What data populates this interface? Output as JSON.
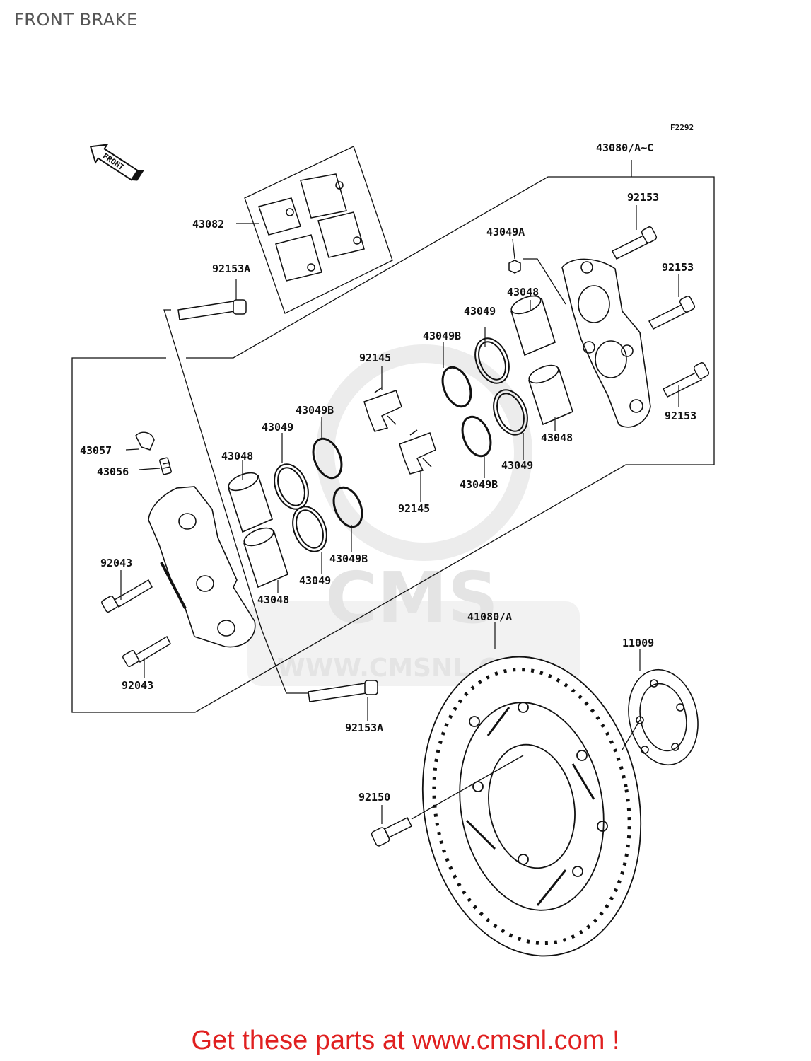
{
  "page_title": "FRONT BRAKE",
  "figure_code": "F2292",
  "front_arrow_label": "FRONT",
  "watermark": {
    "brand": "CMS",
    "url": "WWW.CMSNL.COM"
  },
  "parts": {
    "assembly_caliper": "43080/A~C",
    "pads": "43082",
    "bolt_pad_upper": "92153A",
    "bolt_pad_lower": "92153A",
    "bolt_caliper_top": "92153",
    "bolt_caliper_mid": "92153",
    "bolt_caliper_low": "92153",
    "cap_bleed": "43049A",
    "piston_r1": "43048",
    "piston_r2": "43048",
    "piston_l1": "43048",
    "piston_l2": "43048",
    "seal_r1": "43049",
    "seal_r2": "43049",
    "seal_l1": "43049",
    "seal_l2": "43049",
    "dustseal_r1": "43049B",
    "dustseal_r2": "43049B",
    "dustseal_l1": "43049B",
    "dustseal_l2": "43049B",
    "spring_upper": "92145",
    "spring_lower": "92145",
    "cap_valve": "43057",
    "bleed_valve": "43056",
    "bolt_mount_upper": "92043",
    "bolt_mount_lower": "92043",
    "disc": "41080/A",
    "shim": "11009",
    "disc_bolt": "92150"
  },
  "footer_text": "Get these parts at www.cmsnl.com !",
  "colors": {
    "footer_text": "#e02020",
    "line": "#111111",
    "watermark": "#e4e4e4"
  }
}
